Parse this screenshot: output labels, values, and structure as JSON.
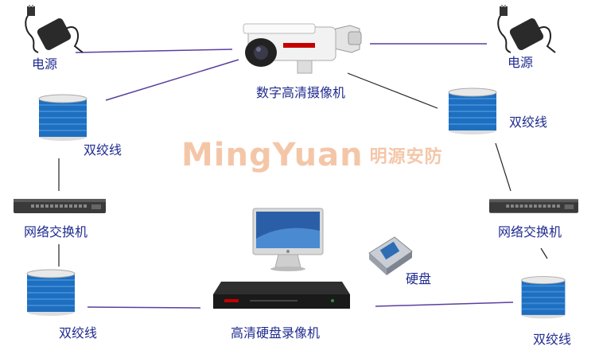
{
  "nodes": {
    "power_left": "电源",
    "power_right": "电源",
    "camera": "数字高清摄像机",
    "cable_top_left": "双绞线",
    "cable_top_right": "双绞线",
    "switch_left": "网络交换机",
    "switch_right": "网络交换机",
    "cable_bottom_left": "双绞线",
    "cable_bottom_right": "双绞线",
    "nvr": "高清硬盘录像机",
    "hdd": "硬盘"
  },
  "watermark": {
    "latin": "MingYuan",
    "cn": "明源安防"
  },
  "colors": {
    "label": "#1f2b8f",
    "link": "#5b3fa0",
    "cable": "#1f6fc0"
  }
}
